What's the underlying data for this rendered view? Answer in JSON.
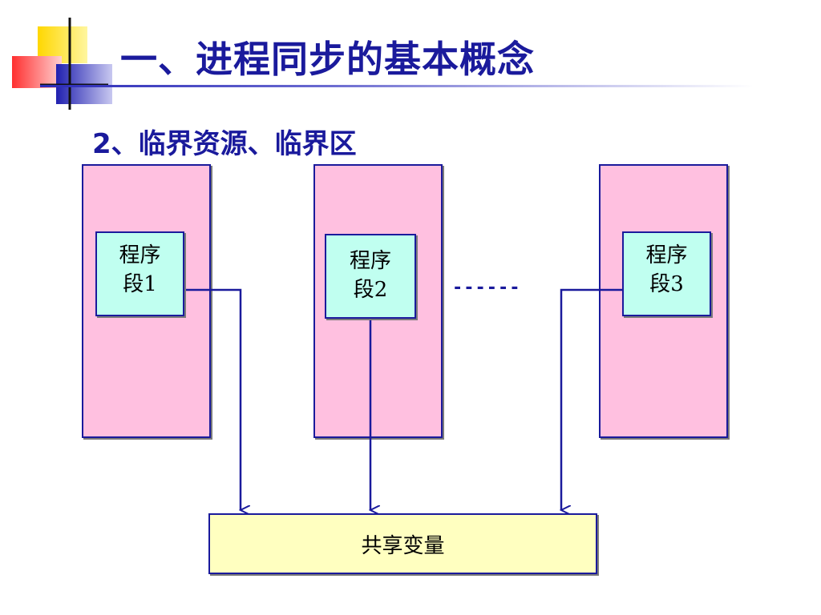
{
  "slide": {
    "title": "一、进程同步的基本概念",
    "subtitle": "2、临界资源、临界区"
  },
  "diagram": {
    "segments": [
      {
        "line1": "程序",
        "line2": "段1"
      },
      {
        "line1": "程序",
        "line2": "段2"
      },
      {
        "line1": "程序",
        "line2": "段3"
      }
    ],
    "ellipsis": "------",
    "shared_variable": "共享变量"
  },
  "colors": {
    "title_blue": "#1a1a9c",
    "process_pink": "#ffc0e0",
    "segment_cyan": "#c0fff0",
    "shared_yellow": "#ffffc0"
  }
}
